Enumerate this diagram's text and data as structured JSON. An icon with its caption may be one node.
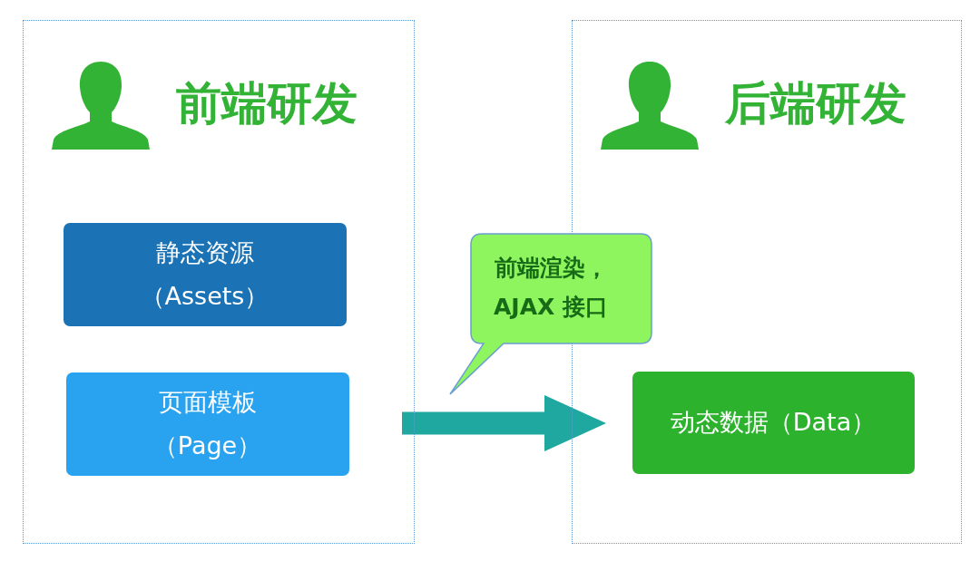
{
  "diagram": {
    "nodes": [
      {
        "text": [
          "前端研发"
        ]
      },
      {
        "text": [
          "后端研发"
        ]
      },
      {
        "text": [
          "静态资源（Assets）"
        ],
        "in": 0
      },
      {
        "text": [
          "页面模板（Page）"
        ],
        "in": 0
      },
      {
        "text": [
          "动态数据（Data）"
        ],
        "in": 1
      },
      {
        "text": [
          "前端渲染，AJAX 接口"
        ]
      }
    ],
    "edges": [
      {
        "from": 3,
        "to": 4,
        "arrow": "to",
        "color": "#1fa89f"
      }
    ]
  }
}
